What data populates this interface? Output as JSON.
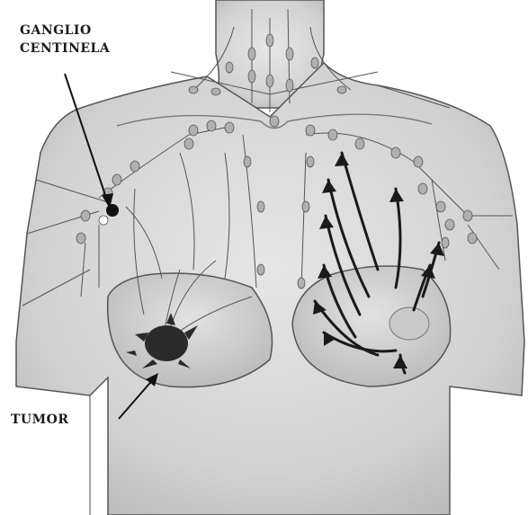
{
  "labels": {
    "sentinel_line1": "GANGLIO",
    "sentinel_line2": "CENTINELA",
    "tumor": "TUMOR"
  },
  "icons": {
    "sentinel_node": "sentinel-node-dot",
    "tumor_mass": "tumor-mass",
    "lymph_node": "lymph-node",
    "flow_arrow": "lymph-flow-arrow"
  },
  "colors": {
    "ink": "#1a1a1a",
    "skin": "#d9d9d9",
    "skin_shadow": "#b8b8b8",
    "background": "#ffffff"
  }
}
